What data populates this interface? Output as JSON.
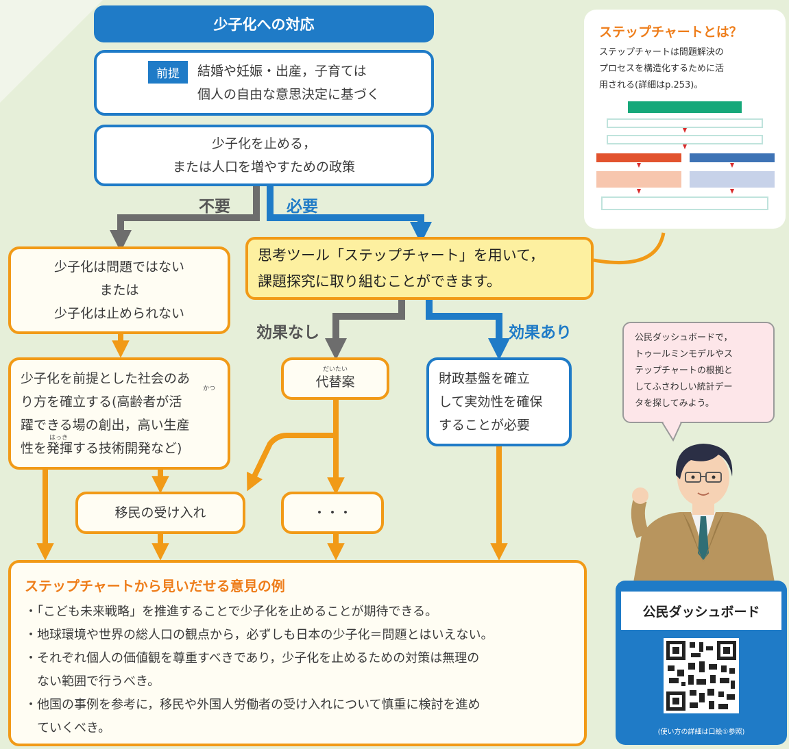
{
  "title": "少子化への対応",
  "premise": {
    "tag": "前提",
    "line1": "結婚や妊娠・出産，子育ては",
    "line2": "個人の自由な意思決定に基づく"
  },
  "policy": {
    "line1": "少子化を止める，",
    "line2": "または人口を増やすための政策"
  },
  "branch_unnecessary": "不要",
  "branch_necessary": "必要",
  "not_problem": {
    "line1": "少子化は問題ではない",
    "line2": "または",
    "line3": "少子化は止められない"
  },
  "tool_callout": {
    "line1": "思考ツール「ステップチャート」を用いて，",
    "line2": "課題探究に取り組むことができます。"
  },
  "no_effect": "効果なし",
  "effect": "効果あり",
  "society": {
    "line1": "少子化を前提とした社会のあ",
    "line2": "り方を確立する(高齢者が活",
    "line3": "躍できる場の創出，高い生産",
    "line4": "性を発揮する技術開発など)"
  },
  "alternative": "代替案",
  "alternative_ruby": "だいたい",
  "ruby_katsu": "かつ",
  "ruby_hakki": "はっき",
  "finance": {
    "line1": "財政基盤を確立",
    "line2": "して実効性を確保",
    "line3": "することが必要"
  },
  "immigration": "移民の受け入れ",
  "etc": "・・・",
  "opinions": {
    "title": "ステップチャートから見いだせる意見の例",
    "items": [
      "・「こども未来戦略」を推進することで少子化を止めることが期待できる。",
      "・地球環境や世界の総人口の観点から，必ずしも日本の少子化＝問題とはいえない。",
      "・それぞれ個人の価値観を尊重すべきであり，少子化を止めるための対策は無理の",
      "　ない範囲で行うべき。",
      "・他国の事例を参考に，移民や外国人労働者の受け入れについて慎重に検討を進め",
      "　ていくべき。"
    ]
  },
  "stepchart_info": {
    "title": "ステップチャートとは？",
    "line1": "ステップチャートは問題解決の",
    "line2": "プロセスを構造化するために活",
    "line3": "用される(詳細はp.253)。"
  },
  "speech": {
    "line1": "公民ダッシュボードで，",
    "line2": "トゥールミンモデルやス",
    "line3": "テップチャートの根拠と",
    "line4": "してふさわしい統計デー",
    "line5": "タを探してみよう。"
  },
  "dashboard": {
    "title": "公民ダッシュボード",
    "caption": "(使い方の詳細は口絵①参照)"
  },
  "colors": {
    "orange": "#f19a17",
    "blue": "#1f7bc7",
    "gray": "#6d6d6d",
    "green": "#16a87a",
    "red": "#e2532e"
  }
}
